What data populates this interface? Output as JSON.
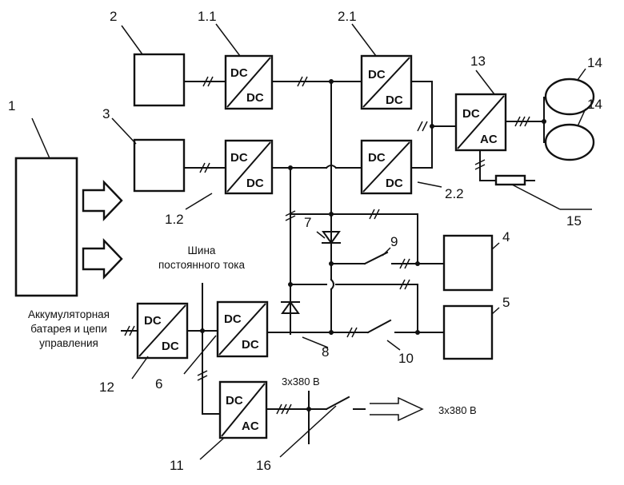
{
  "labels": {
    "n1": "1",
    "n2": "2",
    "n3": "3",
    "n4": "4",
    "n5": "5",
    "n6": "6",
    "n7": "7",
    "n8": "8",
    "n9": "9",
    "n10": "10",
    "n11": "11",
    "n12": "12",
    "n13": "13",
    "n14a": "14",
    "n14b": "14",
    "n15": "15",
    "n16": "16",
    "n1_1": "1.1",
    "n1_2": "1.2",
    "n2_1": "2.1",
    "n2_2": "2.2"
  },
  "converters": {
    "dc": "DC",
    "ac": "AC"
  },
  "captions": {
    "bus_line1": "Шина",
    "bus_line2": "постоянного тока",
    "battery_line1": "Аккумуляторная",
    "battery_line2": "батарея и цепи",
    "battery_line3": "управления",
    "voltage_top": "3х380 В",
    "voltage_out": "3х380 В"
  }
}
